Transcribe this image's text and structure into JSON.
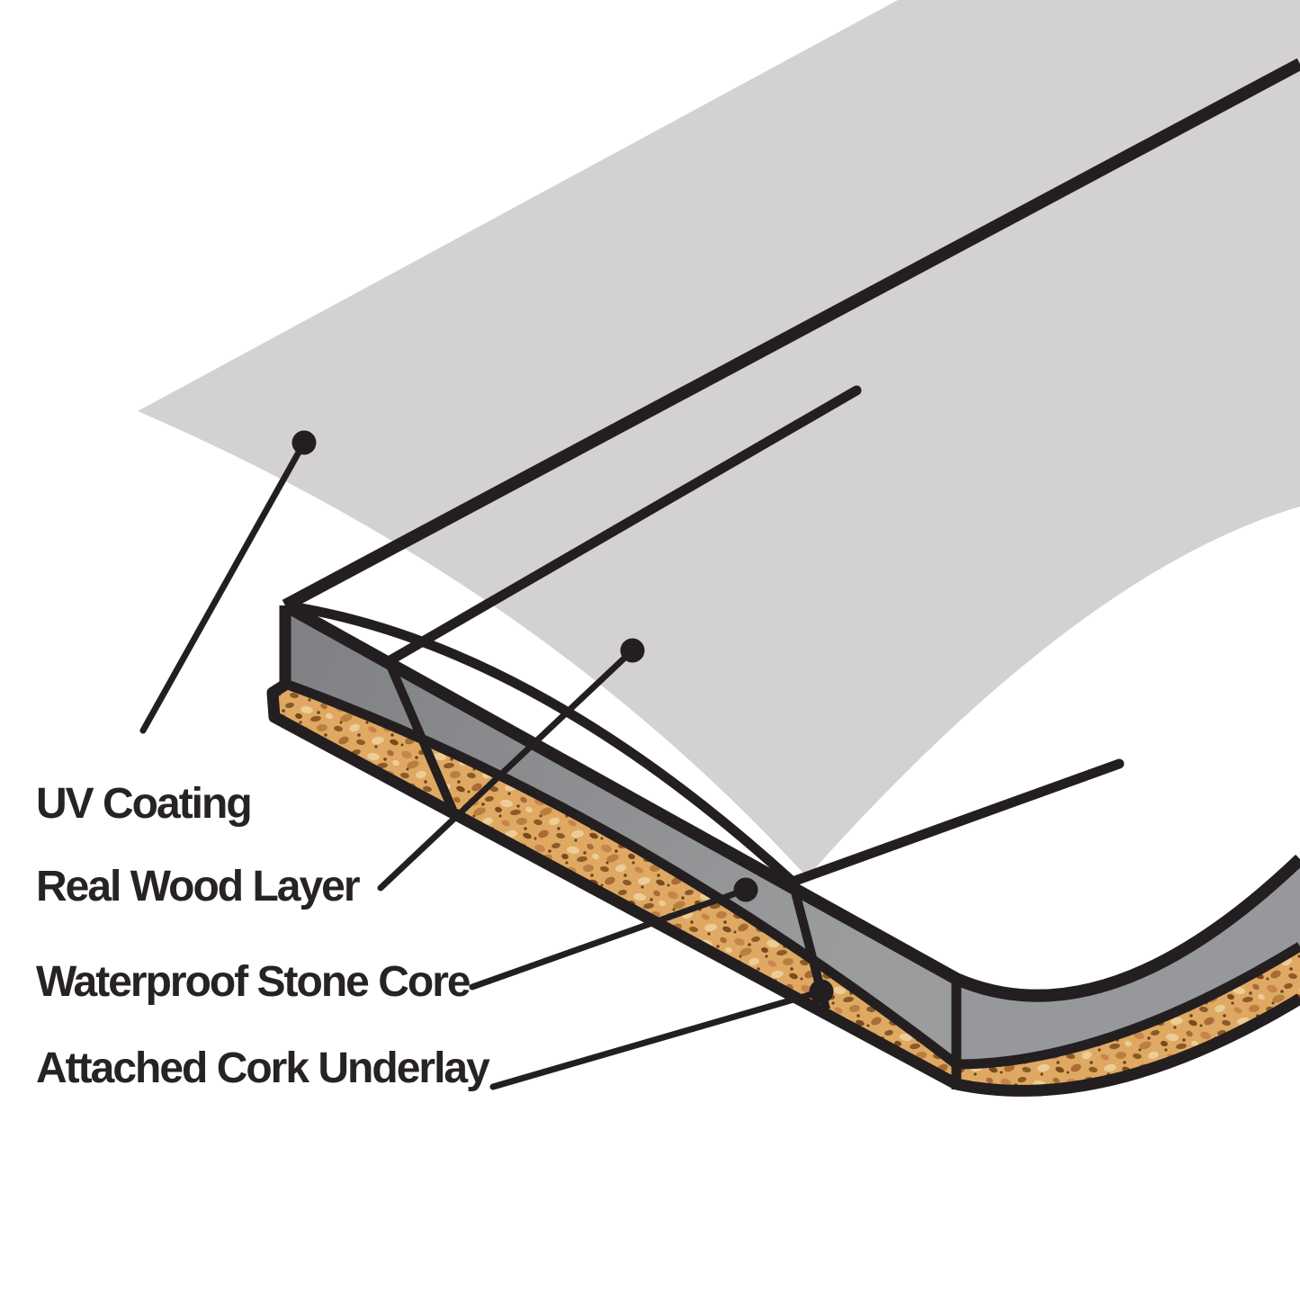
{
  "diagram_title": "",
  "labels": [
    {
      "id": "uv-coating",
      "text": "UV Coating"
    },
    {
      "id": "real-wood-layer",
      "text": "Real Wood Layer"
    },
    {
      "id": "stone-core",
      "text": "Waterproof Stone Core"
    },
    {
      "id": "cork-underlay",
      "text": "Attached Cork Underlay"
    }
  ],
  "layers_depicted": [
    "UV Coating (translucent sheet hovering above plank)",
    "Real Wood Layer (white plank top face with plank seam lines)",
    "Waterproof Stone Core (gray plank side band)",
    "Attached Cork Underlay (speckled cork bottom band)"
  ],
  "colors": {
    "background": "#ffffff",
    "sheet": "#d3d1d2",
    "wood_face": "#ffffff",
    "stone_left_dark": "#7e8083",
    "stone_left_light": "#9a9c9e",
    "stone_right": "#96989b",
    "cork_base": "#dfa963",
    "line": "#231f20",
    "text": "#272324"
  },
  "icons": [
    "uv-coating-dot",
    "real-wood-dot",
    "stone-core-dot",
    "cork-underlay-dot"
  ]
}
